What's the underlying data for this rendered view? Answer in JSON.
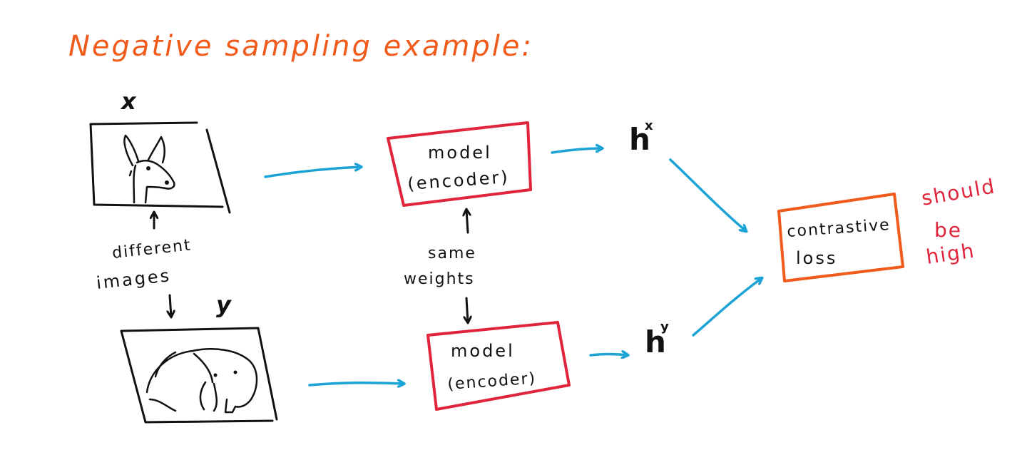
{
  "title": "Negative sampling example:",
  "inputs": {
    "x_label": "x",
    "y_label": "y",
    "x_image": "deer-sketch",
    "y_image": "elephant-sketch",
    "note_line1": "different",
    "note_line2": "images"
  },
  "encoder_top": {
    "line1": "model",
    "line2": "(encoder)"
  },
  "encoder_bottom": {
    "line1": "model",
    "line2": "(encoder)"
  },
  "shared_note": {
    "line1": "same",
    "line2": "weights"
  },
  "outputs": {
    "hx_base": "h",
    "hx_sup": "x",
    "hy_base": "h",
    "hy_sup": "y"
  },
  "loss": {
    "line1": "contrastive",
    "line2": "loss"
  },
  "annotation": {
    "line1": "should",
    "line2": "be",
    "line3": "high"
  },
  "colors": {
    "title": "#f05a1a",
    "arrows": "#1ba3d6",
    "encoder_box": "#e0243c",
    "loss_box": "#f05a1a",
    "annotation": "#e0243c",
    "ink": "#111111"
  }
}
